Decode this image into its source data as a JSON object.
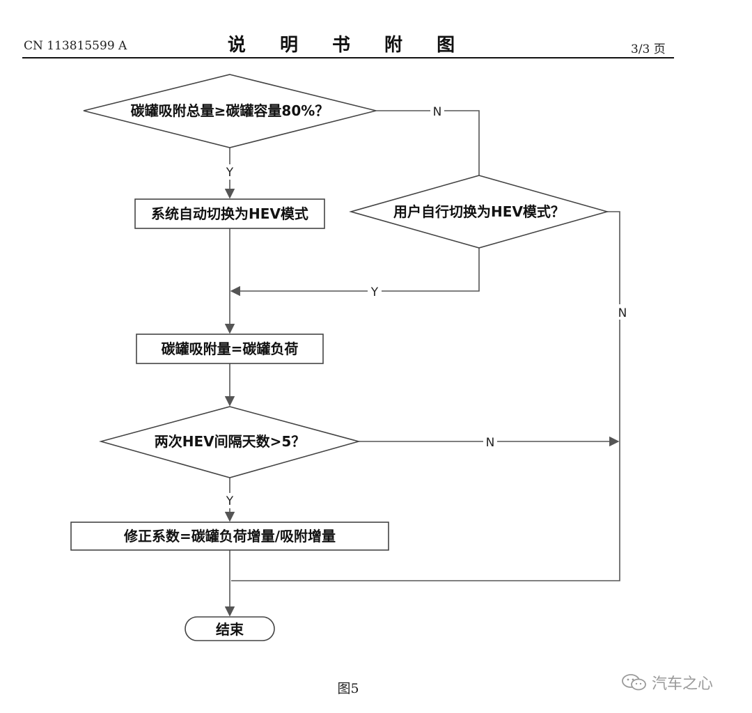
{
  "header": {
    "doc_number": "CN 113815599 A",
    "title": "说 明 书 附 图",
    "page": "3/3 页"
  },
  "flowchart": {
    "nodes": {
      "d1": "碳罐吸附总量≥碳罐容量80%？",
      "b1": "系统自动切换为HEV模式",
      "d2": "用户自行切换为HEV模式？",
      "b2": "碳罐吸附量=碳罐负荷",
      "d3": "两次HEV间隔天数>5？",
      "b3": "修正系数=碳罐负荷增量/吸附增量",
      "end": "结束"
    },
    "edge_labels": {
      "d1_no": "N",
      "d1_yes": "Y",
      "d2_yes": "Y",
      "d2_no": "N",
      "d3_no": "N",
      "d3_yes": "Y"
    }
  },
  "caption": "图5",
  "watermark": {
    "text": "汽车之心",
    "icon": "wechat-icon"
  }
}
